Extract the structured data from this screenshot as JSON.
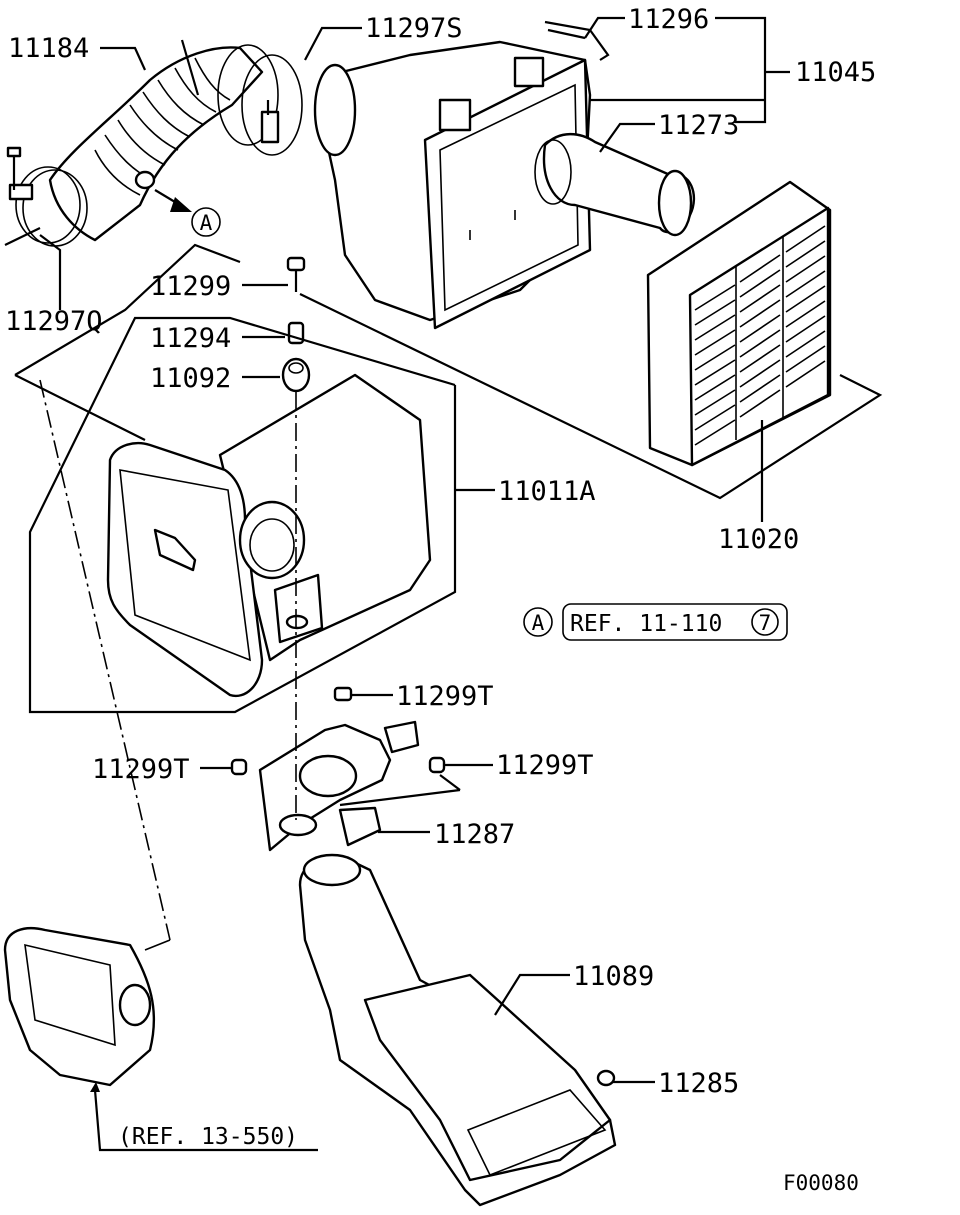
{
  "diagram": {
    "callouts": {
      "p11184": "11184",
      "p11297s": "11297S",
      "p11296": "11296",
      "p11045": "11045",
      "p11273": "11273",
      "p11297q": "11297Q",
      "p11299": "11299",
      "p11294": "11294",
      "p11092": "11092",
      "p11011a": "11011A",
      "p11020": "11020",
      "p11299t_top": "11299T",
      "p11299t_left": "11299T",
      "p11299t_right": "11299T",
      "p11287": "11287",
      "p11089": "11089",
      "p11285": "11285"
    },
    "markers": {
      "a_marker": "A",
      "a_ref_marker": "A"
    },
    "references": {
      "ref_11_110_text": "REF. 11-110",
      "ref_11_110_num": "7",
      "ref_13_550": "(REF. 13-550)"
    },
    "figure_code": "F00080"
  }
}
